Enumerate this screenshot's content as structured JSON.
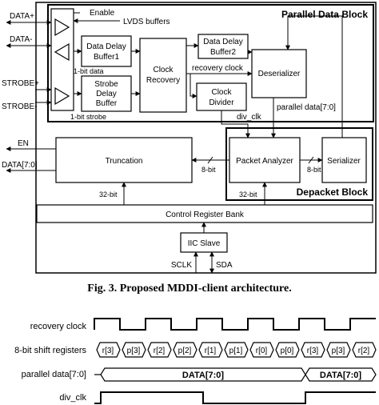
{
  "architecture": {
    "parallel_block_title": "Parallel Data Block",
    "depacket_block_title": "Depacket Block",
    "left_signals": {
      "data_pos": "DATA+",
      "data_neg": "DATA-",
      "strobe_pos": "STROBE+",
      "strobe_neg": "STROBE-",
      "en": "EN",
      "data_out": "DATA[7:0]"
    },
    "enable": "Enable",
    "lvds_buffers": "LVDS buffers",
    "blocks": {
      "data_delay_buffer1": [
        "Data Delay",
        "Buffer1"
      ],
      "strobe_delay_buffer": [
        "Strobe",
        "Delay",
        "Buffer"
      ],
      "clock_recovery": [
        "Clock",
        "Recovery"
      ],
      "data_delay_buffer2": [
        "Data Delay",
        "Buffer2"
      ],
      "clock_divider": [
        "Clock",
        "Divider"
      ],
      "deserializer": "Deserializer",
      "truncation": "Truncation",
      "packet_analyzer": "Packet Analyzer",
      "serializer": "Serializer",
      "control_register_bank": "Control Register Bank",
      "iic_slave": "IIC Slave"
    },
    "wire_labels": {
      "one_bit_data": "1-bit data",
      "one_bit_strobe": "1-bit strobe",
      "recovery_clock": "recovery clock",
      "parallel_data": "parallel data[7:0]",
      "div_clk": "div_clk",
      "eight_bit_left": "8-bit",
      "eight_bit_right": "8-bit",
      "thirty_two_bit_left": "32-bit",
      "thirty_two_bit_right": "32-bit",
      "sclk": "SCLK",
      "sda": "SDA"
    }
  },
  "caption": "Fig. 3.  Proposed MDDI-client architecture.",
  "timing": {
    "signals": [
      "recovery clock",
      "8-bit shift registers",
      "parallel data[7:0]",
      "div_clk"
    ],
    "shift_cells": [
      "r[3]",
      "p[3]",
      "r[2]",
      "p[2]",
      "r[1]",
      "p[1]",
      "r[0]",
      "p[0]",
      "r[3]",
      "p[3]",
      "r[2]"
    ],
    "data_words": [
      "DATA[7:0]",
      "DATA[7:0]"
    ]
  }
}
